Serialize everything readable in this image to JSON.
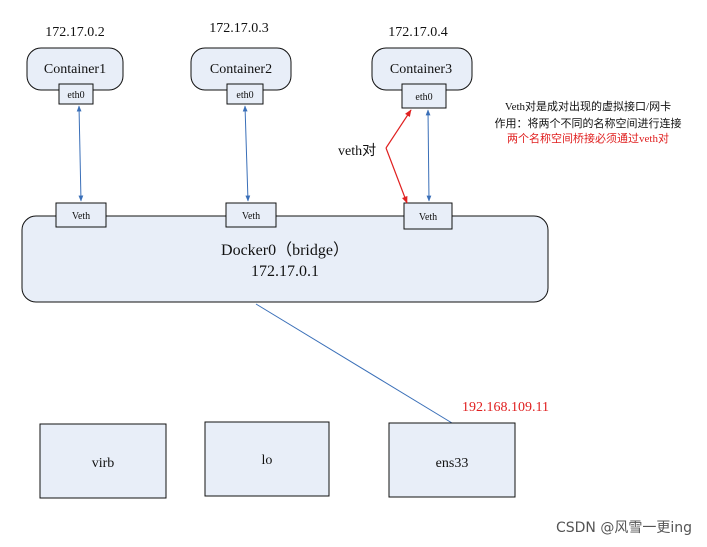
{
  "colors": {
    "box_fill": "#e8eef8",
    "box_stroke": "#111111",
    "link_blue": "#3a6fb8",
    "veth_red": "#e02020",
    "note_red": "#e02020",
    "text": "#111111"
  },
  "containers": [
    {
      "name": "Container1",
      "ip": "172.17.0.2",
      "iface": "eth0"
    },
    {
      "name": "Container2",
      "ip": "172.17.0.3",
      "iface": "eth0"
    },
    {
      "name": "Container3",
      "ip": "172.17.0.4",
      "iface": "eth0"
    }
  ],
  "bridge": {
    "name": "Docker0（bridge）",
    "ip": "172.17.0.1",
    "veth_labels": [
      "Veth",
      "Veth",
      "Veth"
    ]
  },
  "veth_pair_label": "veth对",
  "note": {
    "line1": "Veth对是成对出现的虚拟接口/网卡",
    "line2": "作用：将两个不同的名称空间进行连接",
    "line3": "两个名称空间桥接必须通过veth对"
  },
  "host_interfaces": [
    {
      "name": "virb"
    },
    {
      "name": "lo"
    },
    {
      "name": "ens33",
      "ip": "192.168.109.11"
    }
  ],
  "watermark": "CSDN @风雪一更ing"
}
